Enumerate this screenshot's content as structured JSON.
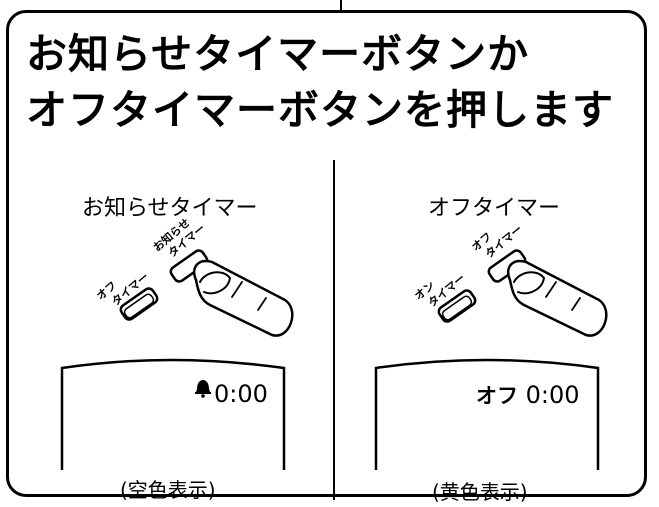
{
  "headline": {
    "line1": "お知らせタイマーボタンか",
    "line2": "オフタイマーボタンを押します"
  },
  "left_panel": {
    "title": "お知らせタイマー",
    "button_off_label": "オフタイマー",
    "button_notice_label": "お知らせタイマー",
    "display_icon": "bell-icon",
    "display_time": "0:00",
    "caption": "(空色表示)"
  },
  "right_panel": {
    "title": "オフタイマー",
    "button_on_label": "オンタイマー",
    "button_off_label": "オフタイマー",
    "display_prefix": "オフ",
    "display_time": "0:00",
    "caption": "(黄色表示)"
  }
}
